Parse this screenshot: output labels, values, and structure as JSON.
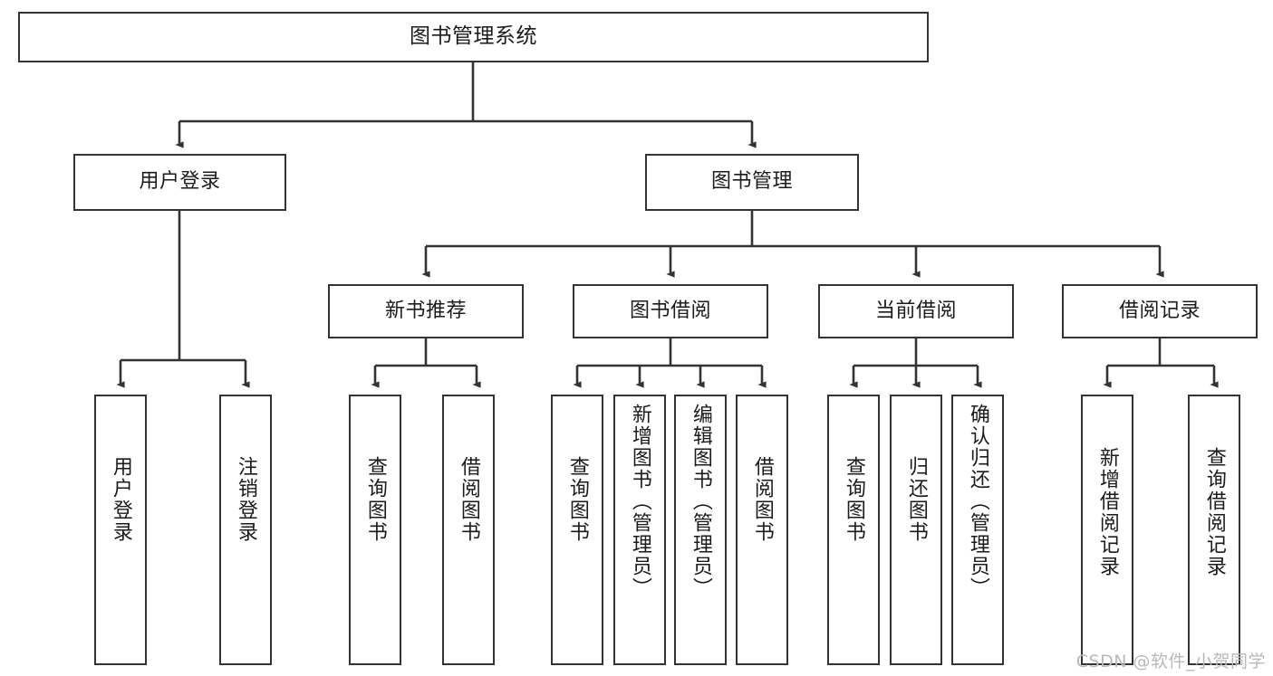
{
  "diagram": {
    "title": "图书管理系统",
    "watermark": "CSDN @软件_小贺同学",
    "stroke_color": "#333333",
    "fill_color": "#ffffff",
    "text_color": "#1b1b1b",
    "watermark_color": "#b9b9b9"
  },
  "nodes": {
    "root": {
      "label": "图书管理系统"
    },
    "level2": [
      {
        "label": "用户登录"
      },
      {
        "label": "图书管理"
      }
    ],
    "level3": [
      {
        "label": "新书推荐"
      },
      {
        "label": "图书借阅"
      },
      {
        "label": "当前借阅"
      },
      {
        "label": "借阅记录"
      }
    ],
    "leaves": {
      "user_login": [
        {
          "label": "用户登录"
        },
        {
          "label": "注销登录"
        }
      ],
      "new_book_recommend": [
        {
          "label": "查询图书"
        },
        {
          "label": "借阅图书"
        }
      ],
      "book_borrow": [
        {
          "label": "查询图书"
        },
        {
          "label": "新增图书（管理员）"
        },
        {
          "label": "编辑图书（管理员）"
        },
        {
          "label": "借阅图书"
        }
      ],
      "current_borrow": [
        {
          "label": "查询图书"
        },
        {
          "label": "归还图书"
        },
        {
          "label": "确认归还（管理员）"
        }
      ],
      "borrow_record": [
        {
          "label": "新增借阅记录"
        },
        {
          "label": "查询借阅记录"
        }
      ]
    }
  }
}
